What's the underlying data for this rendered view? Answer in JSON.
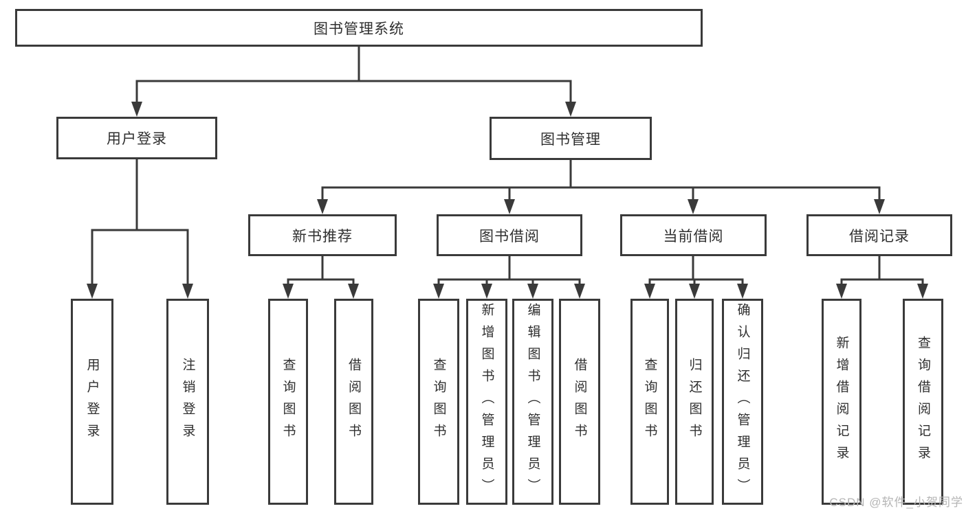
{
  "tree": {
    "root": "图书管理系统",
    "branches": [
      {
        "label": "用户登录",
        "children": [
          "用户登录",
          "注销登录"
        ]
      },
      {
        "label": "图书管理",
        "children": [
          {
            "label": "新书推荐",
            "children": [
              "查询图书",
              "借阅图书"
            ]
          },
          {
            "label": "图书借阅",
            "children": [
              "查询图书",
              "新增图书（管理员）",
              "编辑图书（管理员）",
              "借阅图书"
            ]
          },
          {
            "label": "当前借阅",
            "children": [
              "查询图书",
              "归还图书",
              "确认归还（管理员）"
            ]
          },
          {
            "label": "借阅记录",
            "children": [
              "新增借阅记录",
              "查询借阅记录"
            ]
          }
        ]
      }
    ]
  },
  "watermark": "CSDN @软件_小贺同学",
  "colors": {
    "line": "#3a3a3a",
    "text": "#2f2f2f",
    "watermark": "#b5b5b5",
    "background": "#ffffff"
  }
}
